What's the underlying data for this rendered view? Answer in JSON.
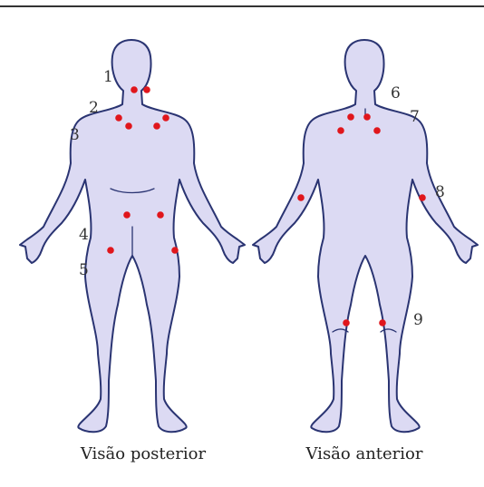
{
  "colors": {
    "body_fill": "#dcdaf3",
    "outline": "#2a3472",
    "tender_point": "#e0161c",
    "rule": "#333333"
  },
  "captions": {
    "posterior": "Visão posterior",
    "anterior": "Visão anterior"
  },
  "posterior_labels": [
    "1",
    "2",
    "3",
    "4",
    "5"
  ],
  "anterior_labels": [
    "6",
    "7",
    "8",
    "9"
  ]
}
